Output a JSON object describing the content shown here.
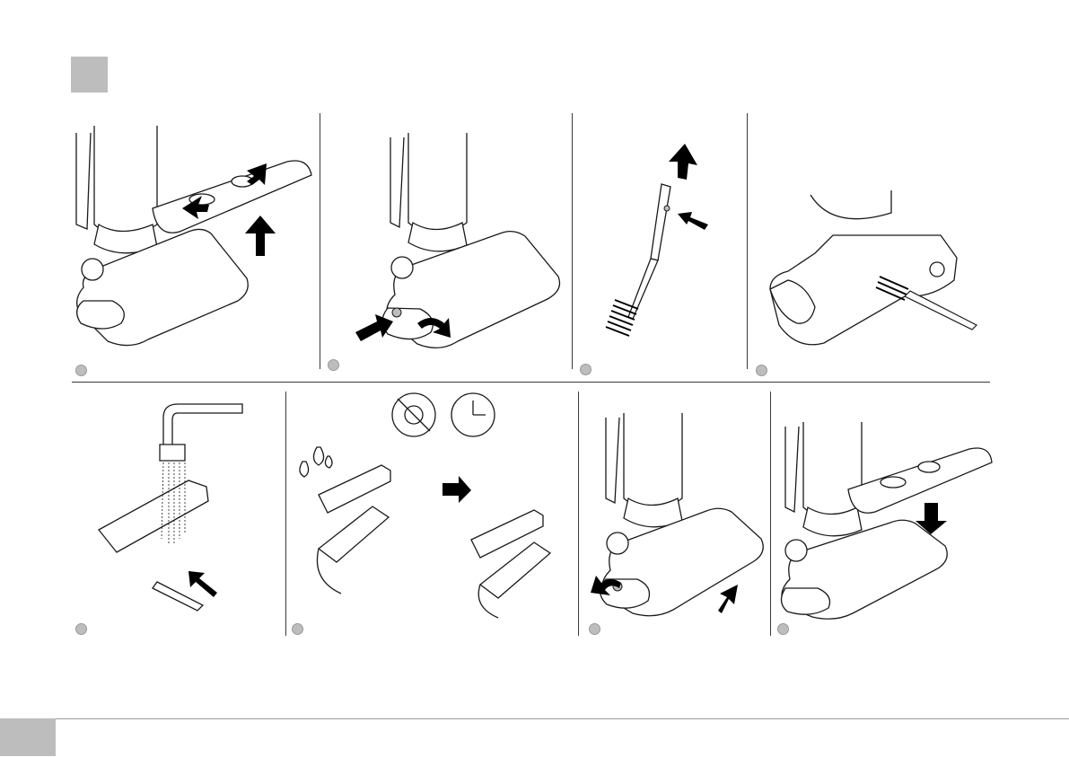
{
  "page": {
    "header_marker_color": "#bdbdbd",
    "line_color": "#1a1a1a",
    "arrow_color": "#000000",
    "footer_tab_color": "#bdbdbd"
  },
  "steps": [
    {
      "id": 1,
      "action": "press-release-buttons-lift-cover",
      "icons": [
        "arrow-icon",
        "arrow-icon",
        "arrow-up-icon"
      ]
    },
    {
      "id": 2,
      "action": "press-button-rotate-roller",
      "icons": [
        "arrow-icon",
        "rotate-arrow-icon"
      ]
    },
    {
      "id": 3,
      "action": "detach-cleaning-brush",
      "icons": [
        "arrow-up-icon",
        "arrow-icon"
      ]
    },
    {
      "id": 4,
      "action": "brush-clean-head",
      "icons": [
        "cleaning-brush-icon"
      ]
    },
    {
      "id": 5,
      "action": "rinse-parts-under-tap",
      "icons": [
        "faucet-icon",
        "arrow-icon"
      ]
    },
    {
      "id": 6,
      "action": "dry-parts",
      "icons": [
        "water-drops-icon",
        "no-sun-icon",
        "clock-icon",
        "arrow-right-icon"
      ]
    },
    {
      "id": 7,
      "action": "reinsert-roller",
      "icons": [
        "rotate-arrow-icon",
        "arrow-icon"
      ]
    },
    {
      "id": 8,
      "action": "replace-cover",
      "icons": [
        "arrow-down-icon"
      ]
    }
  ]
}
